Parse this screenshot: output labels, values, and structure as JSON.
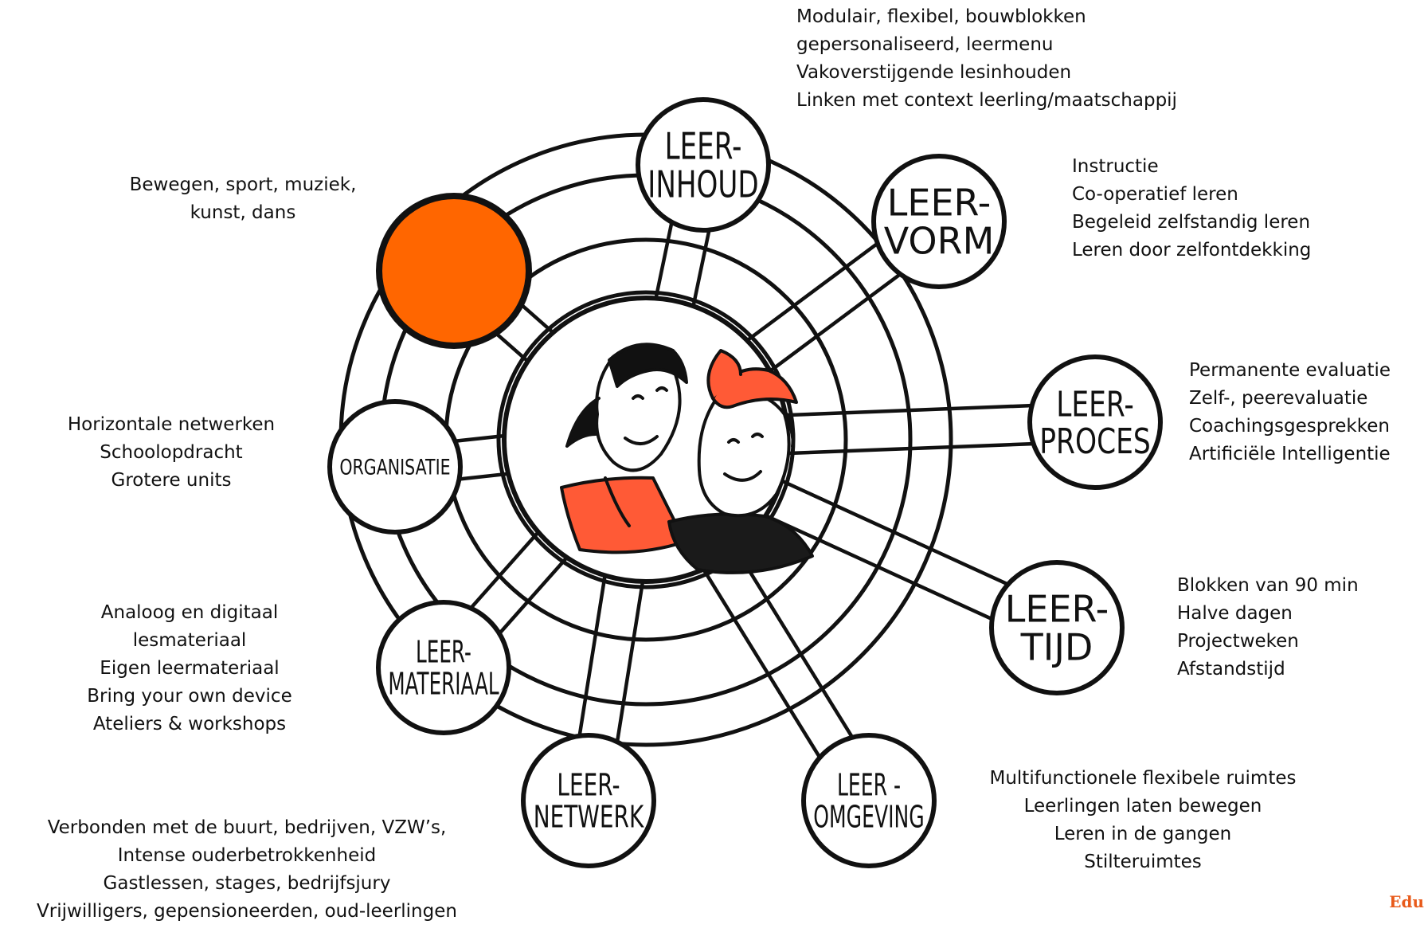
{
  "colors": {
    "accent_orange": "#ff6600",
    "shirt_orange": "#ff5a36",
    "outline": "#111111"
  },
  "center": {
    "illustration": "two-students-icon"
  },
  "nodes": [
    {
      "id": "leerinhoud",
      "lines": [
        "LEER-",
        "INHOUD"
      ]
    },
    {
      "id": "leervorm",
      "lines": [
        "LEER-",
        "VORM"
      ]
    },
    {
      "id": "leerproces",
      "lines": [
        "LEER-",
        "PROCES"
      ]
    },
    {
      "id": "leertijd",
      "lines": [
        "LEER-",
        "TIJD"
      ]
    },
    {
      "id": "leeromgeving",
      "lines": [
        "LEER -",
        "OMGEVING"
      ]
    },
    {
      "id": "leernetwerk",
      "lines": [
        "LEER-",
        "NETWERK"
      ]
    },
    {
      "id": "leermateriaal",
      "lines": [
        "LEER-",
        "MATERIAAL"
      ]
    },
    {
      "id": "organisatie",
      "lines": [
        "ORGANISATIE"
      ]
    },
    {
      "id": "orange-node",
      "lines": []
    }
  ],
  "texts": {
    "leerinhoud": [
      "Modulair, flexibel, bouwblokken",
      "gepersonaliseerd, leermenu",
      "Vakoverstijgende lesinhouden",
      "Linken met context leerling/maatschappij"
    ],
    "leervorm": [
      "Instructie",
      "Co-operatief leren",
      "Begeleid zelfstandig leren",
      "Leren door zelfontdekking"
    ],
    "leerproces": [
      "Permanente evaluatie",
      "Zelf-, peerevaluatie",
      "Coachingsgesprekken",
      "Artificiële Intelligentie"
    ],
    "leertijd": [
      "Blokken van 90 min",
      "Halve dagen",
      "Projectweken",
      "Afstandstijd"
    ],
    "leeromgeving": [
      "Multifunctionele flexibele ruimtes",
      "Leerlingen laten bewegen",
      "Leren in de gangen",
      "Stilteruimtes"
    ],
    "leernetwerk": [
      "Verbonden met de buurt, bedrijven, VZW’s,",
      "Intense ouderbetrokkenheid",
      "Gastlessen, stages, bedrijfsjury",
      "Vrijwilligers, gepensioneerden, oud-leerlingen"
    ],
    "leermateriaal": [
      "Analoog en digitaal",
      "lesmateriaal",
      "Eigen leermateriaal",
      "Bring your own device",
      "Ateliers & workshops"
    ],
    "organisatie": [
      "Horizontale netwerken",
      "Schoolopdracht",
      "Grotere units"
    ],
    "orange": [
      "Bewegen, sport, muziek,",
      "kunst, dans"
    ]
  },
  "brand": "Edu"
}
